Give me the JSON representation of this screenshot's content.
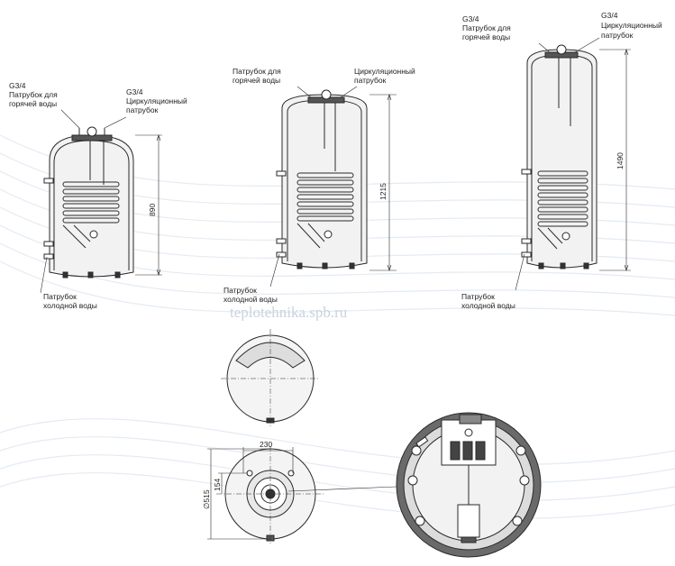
{
  "watermark": "teplotehnika.spb.ru",
  "tanks": [
    {
      "hot_thread": "G3/4",
      "hot_line1": "Патрубок для",
      "hot_line2": "горячей воды",
      "circ_thread": "G3/4",
      "circ_line1": "Циркуляционный",
      "circ_line2": "патрубок",
      "cold_line1": "Патрубок",
      "cold_line2": "холодной воды",
      "height": "890"
    },
    {
      "hot_line1": "Патрубок для",
      "hot_line2": "горячей воды",
      "circ_line1": "Циркуляционный",
      "circ_line2": "патрубок",
      "cold_line1": "Патрубок",
      "cold_line2": "холодной воды",
      "height": "1215"
    },
    {
      "hot_thread": "G3/4",
      "hot_line1": "Патрубок для",
      "hot_line2": "горячей воды",
      "circ_thread": "G3/4",
      "circ_line1": "Циркуляционный",
      "circ_line2": "патрубок",
      "cold_line1": "Патрубок",
      "cold_line2": "холодной воды",
      "height": "1490"
    }
  ],
  "bottom_view": {
    "width": "230",
    "offset": "154",
    "diameter": "∅515"
  },
  "colors": {
    "line": "#2a2a2a",
    "fill": "#f2f2f2",
    "dark": "#3a3a3a",
    "wave": "#e3ebf3"
  }
}
